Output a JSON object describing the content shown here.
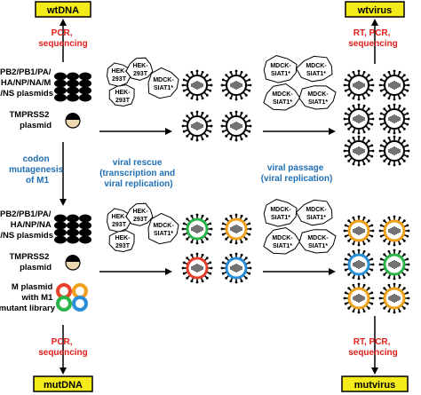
{
  "boxes": {
    "wtdna": "wtDNA",
    "wtvirus": "wtvirus",
    "mutdna": "mutDNA",
    "mutvirus": "mutvirus"
  },
  "steps": {
    "pcr_seq_top": [
      "PCR,",
      "sequencing"
    ],
    "rt_pcr_seq_top": [
      "RT, PCR,",
      "sequencing"
    ],
    "pcr_seq_bottom": [
      "PCR,",
      "sequencing"
    ],
    "rt_pcr_seq_bottom": [
      "RT, PCR,",
      "sequencing"
    ],
    "codon_mutagenesis": [
      "codon",
      "mutagenesis",
      "of M1"
    ],
    "viral_rescue": [
      "viral rescue",
      "(transcription and",
      "viral replication)"
    ],
    "viral_passage": [
      "viral passage",
      "(viral replication)"
    ]
  },
  "plasmids": {
    "top_main": [
      "PB2/PB1/PA/",
      "HA/NP/NA/M",
      "/NS plasmids"
    ],
    "top_tmprss2": [
      "TMPRSS2",
      "plasmid"
    ],
    "bottom_main": [
      "PB2/PB1/PA/",
      "HA/NP/NA",
      "/NS plasmids"
    ],
    "bottom_tmprss2": [
      "TMPRSS2",
      "plasmid"
    ],
    "bottom_m": [
      "M plasmid",
      "with M1",
      "mutant library"
    ]
  },
  "cells": {
    "hek": [
      "HEK-",
      "293T"
    ],
    "mdck": [
      "MDCK-",
      "SIAT1*"
    ]
  },
  "colors": {
    "red_text": "#e0201c",
    "blue_text": "#1f6fb4",
    "box_fill": "#f5ea1a",
    "plasmid_fill": "#f0d8b0",
    "mut_colors": [
      "#e8402a",
      "#f0a01a",
      "#2bb44a",
      "#2a8fd8"
    ]
  }
}
